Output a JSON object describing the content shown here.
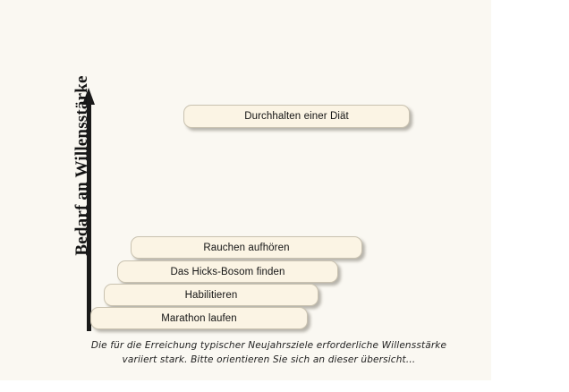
{
  "slide": {
    "background_color": "#faf8f2",
    "page_background_color": "#ffffff"
  },
  "axis": {
    "label": "Bedarf an Willensstärke",
    "arrow_icon": "up-arrow-icon",
    "color": "#1a1a1a",
    "direction": "up"
  },
  "caption": {
    "line1": "Die für die Erreichung typischer Neujahrsziele erforderliche Willensstärke",
    "line2": "variiert stark. Bitte orientieren Sie sich an dieser übersicht…"
  },
  "chart_data": {
    "type": "bar",
    "orientation": "horizontal",
    "title": "",
    "subtitle": "",
    "xlabel": "",
    "ylabel": "Bedarf an Willensstärke",
    "grid": false,
    "legend": false,
    "axis_ticks": [],
    "note": "Stacked staircase of rounded callout bars; vertical axis is an arrow indicating increasing willpower requirement upward. One outlier bar sits far above the group.",
    "bar_fill_color": "#fbf4e4",
    "bar_border_color": "#c9c2b0",
    "categories": [
      "Durchhalten einer Diät",
      "Rauchen aufhören",
      "Das Hicks-Bosom finden",
      "Habilitieren",
      "Marathon laufen"
    ],
    "values": [
      5,
      4,
      3,
      2,
      1
    ],
    "bars": [
      {
        "label": "Durchhalten einer Diät",
        "rank": 5
      },
      {
        "label": "Rauchen aufhören",
        "rank": 4
      },
      {
        "label": "Das Hicks-Bosom finden",
        "rank": 3
      },
      {
        "label": "Habilitieren",
        "rank": 2
      },
      {
        "label": "Marathon laufen",
        "rank": 1
      }
    ]
  }
}
